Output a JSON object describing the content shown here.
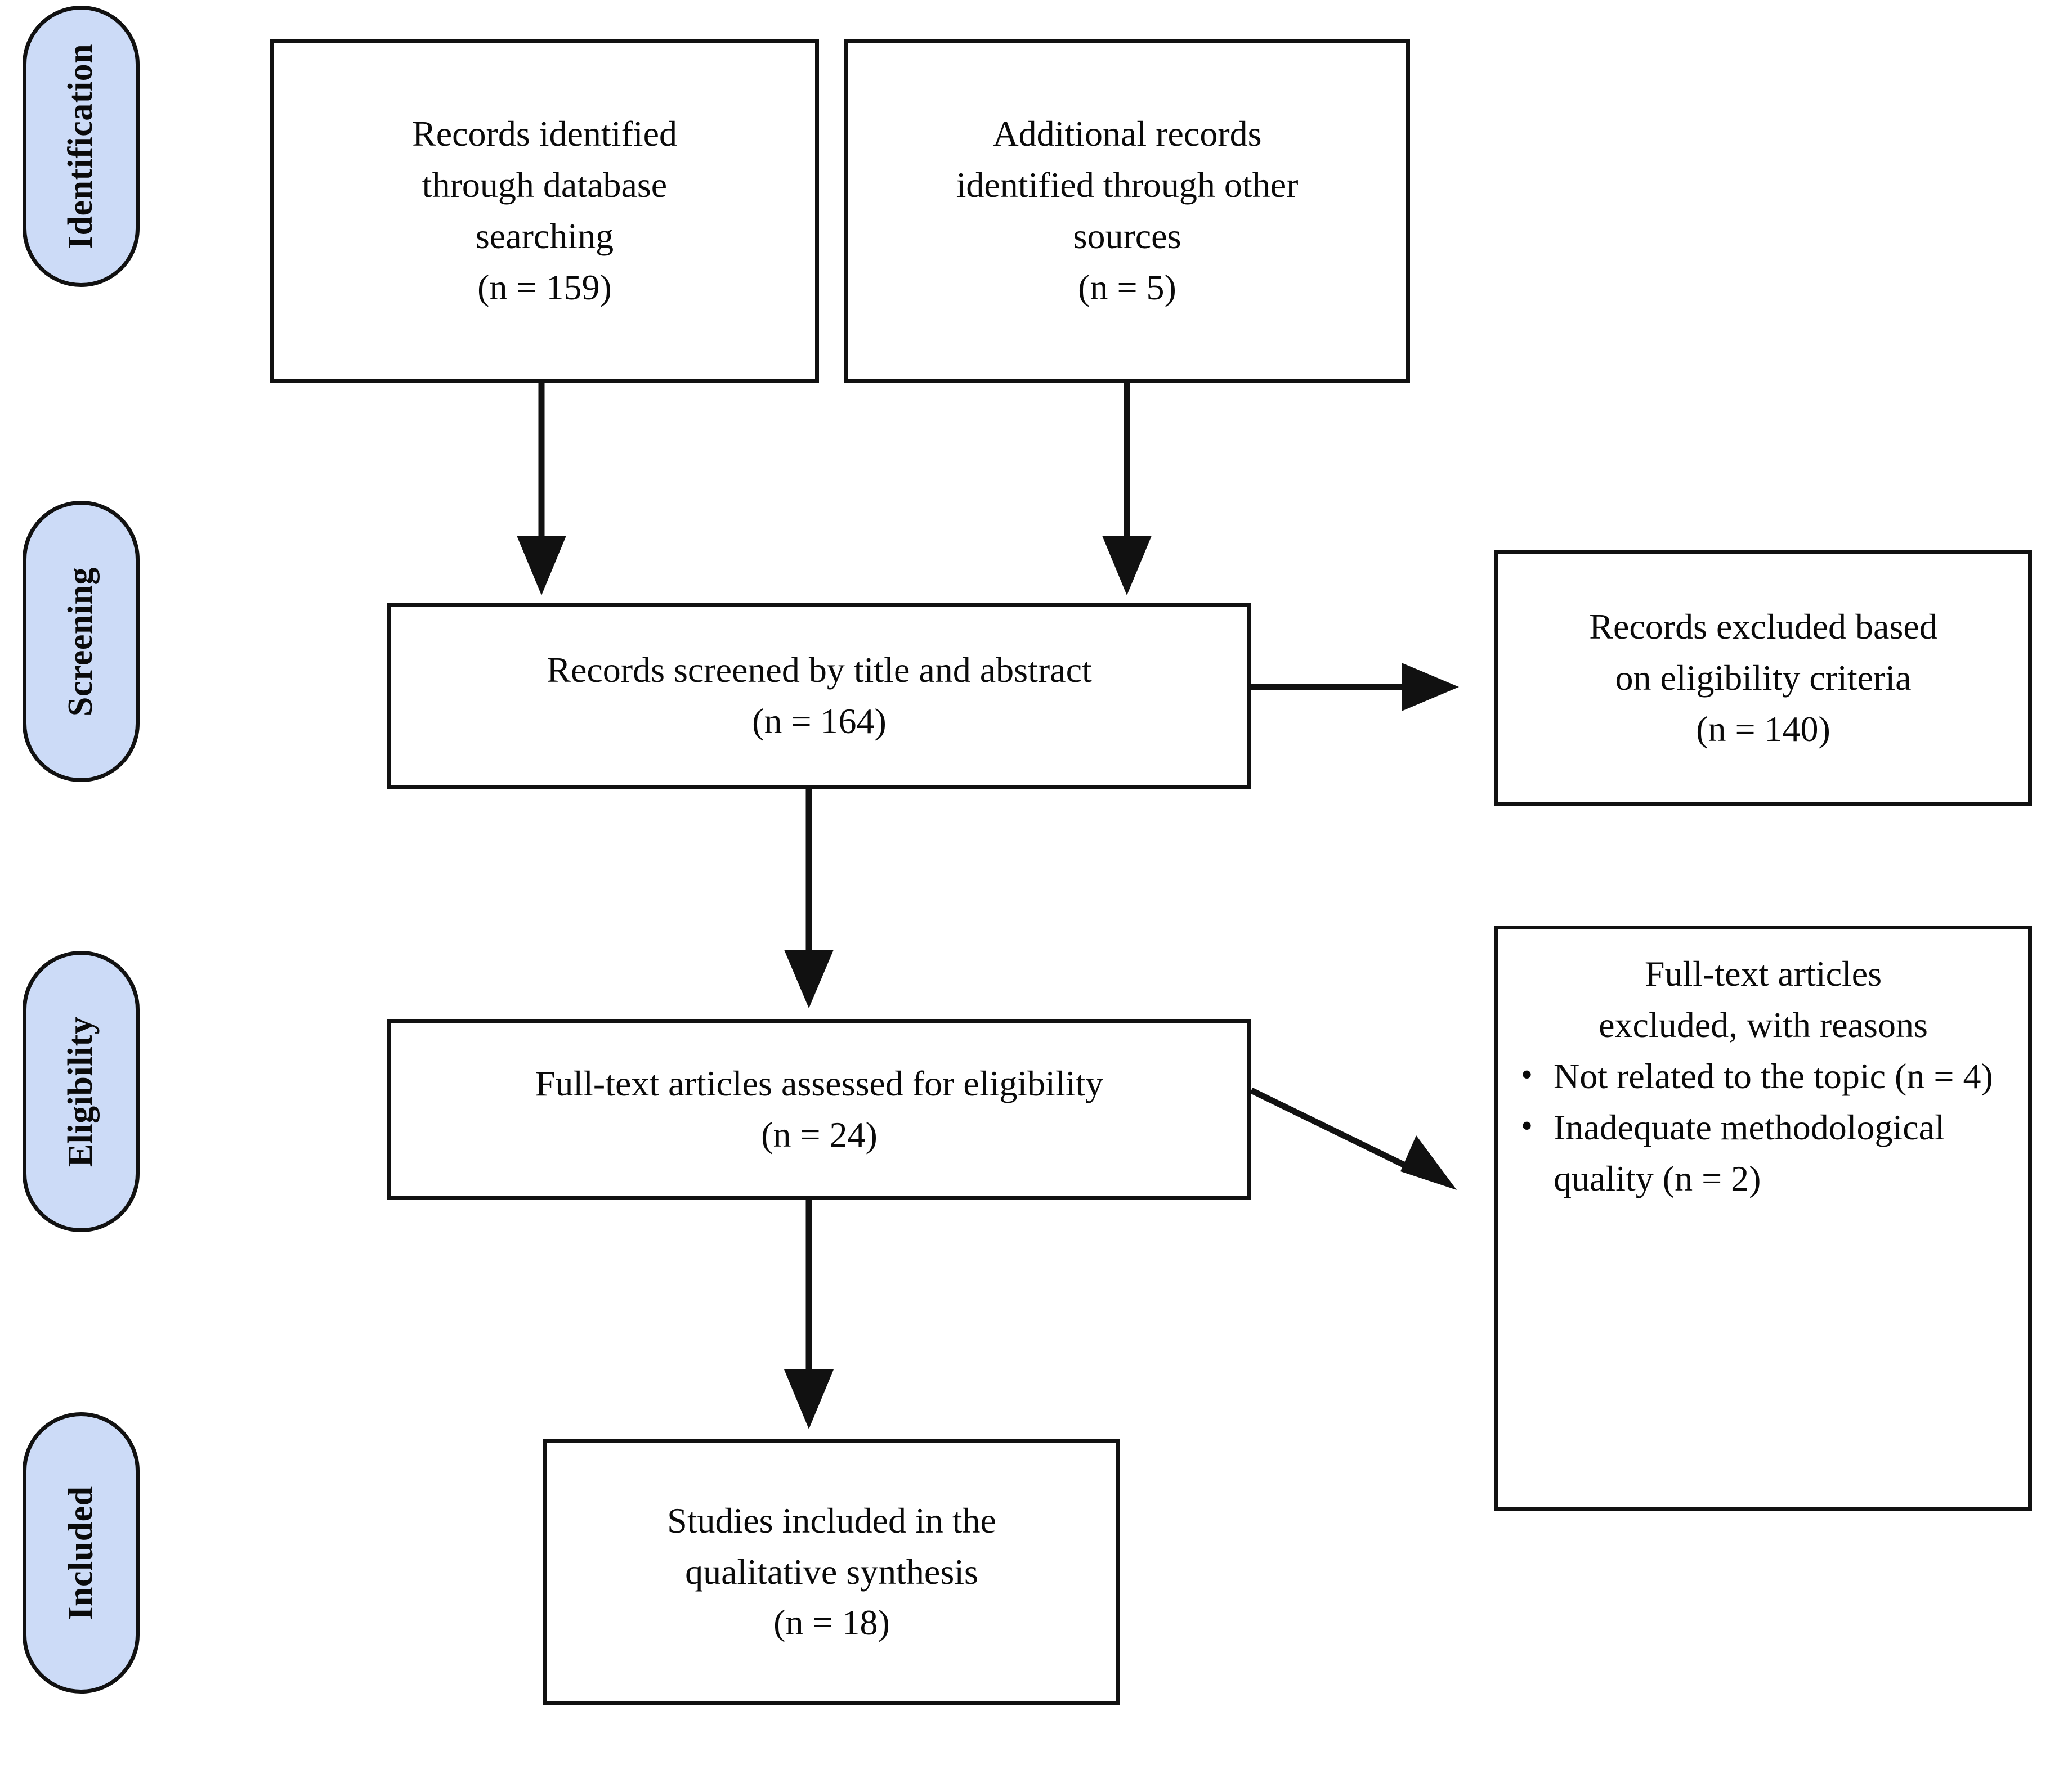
{
  "diagram": {
    "type": "prisma-flow-diagram",
    "colors": {
      "stage_pill_fill": "#ccdbf7",
      "stroke": "#111111",
      "box_fill": "#ffffff",
      "text": "#0a0a0a"
    },
    "stages": [
      {
        "id": "identification",
        "label": "Identification"
      },
      {
        "id": "screening",
        "label": "Screening"
      },
      {
        "id": "eligibility",
        "label": "Eligibility"
      },
      {
        "id": "included",
        "label": "Included"
      }
    ],
    "boxes": {
      "db_records": {
        "line1": "Records identified",
        "line2": "through database",
        "line3": "searching",
        "count": "(n = 159)"
      },
      "other_records": {
        "line1": "Additional records",
        "line2": "identified through other",
        "line3": "sources",
        "count": "(n = 5)"
      },
      "screened": {
        "line1": "Records screened by title and abstract",
        "count": "(n = 164)"
      },
      "records_excluded": {
        "line1": "Records excluded based",
        "line2": "on eligibility criteria",
        "count": "(n = 140)"
      },
      "fulltext_assessed": {
        "line1": "Full-text articles assessed for eligibility",
        "count": "(n = 24)"
      },
      "fulltext_excluded": {
        "title_line1": "Full-text articles",
        "title_line2": "excluded, with reasons",
        "reasons": [
          "Not related to the topic (n = 4)",
          "Inadequate methodological quality (n = 2)"
        ]
      },
      "included_studies": {
        "line1": "Studies included in the",
        "line2": "qualitative synthesis",
        "count": "(n = 18)"
      }
    },
    "connectors": [
      {
        "id": "db-to-screened",
        "from": "db_records",
        "to": "screened",
        "direction": "down"
      },
      {
        "id": "other-to-screened",
        "from": "other_records",
        "to": "screened",
        "direction": "down"
      },
      {
        "id": "screened-to-excluded",
        "from": "screened",
        "to": "records_excluded",
        "direction": "right"
      },
      {
        "id": "screened-to-fulltext",
        "from": "screened",
        "to": "fulltext_assessed",
        "direction": "down"
      },
      {
        "id": "fulltext-to-excluded",
        "from": "fulltext_assessed",
        "to": "fulltext_excluded",
        "direction": "diagonal-down-right"
      },
      {
        "id": "fulltext-to-included",
        "from": "fulltext_assessed",
        "to": "included_studies",
        "direction": "down"
      }
    ]
  }
}
